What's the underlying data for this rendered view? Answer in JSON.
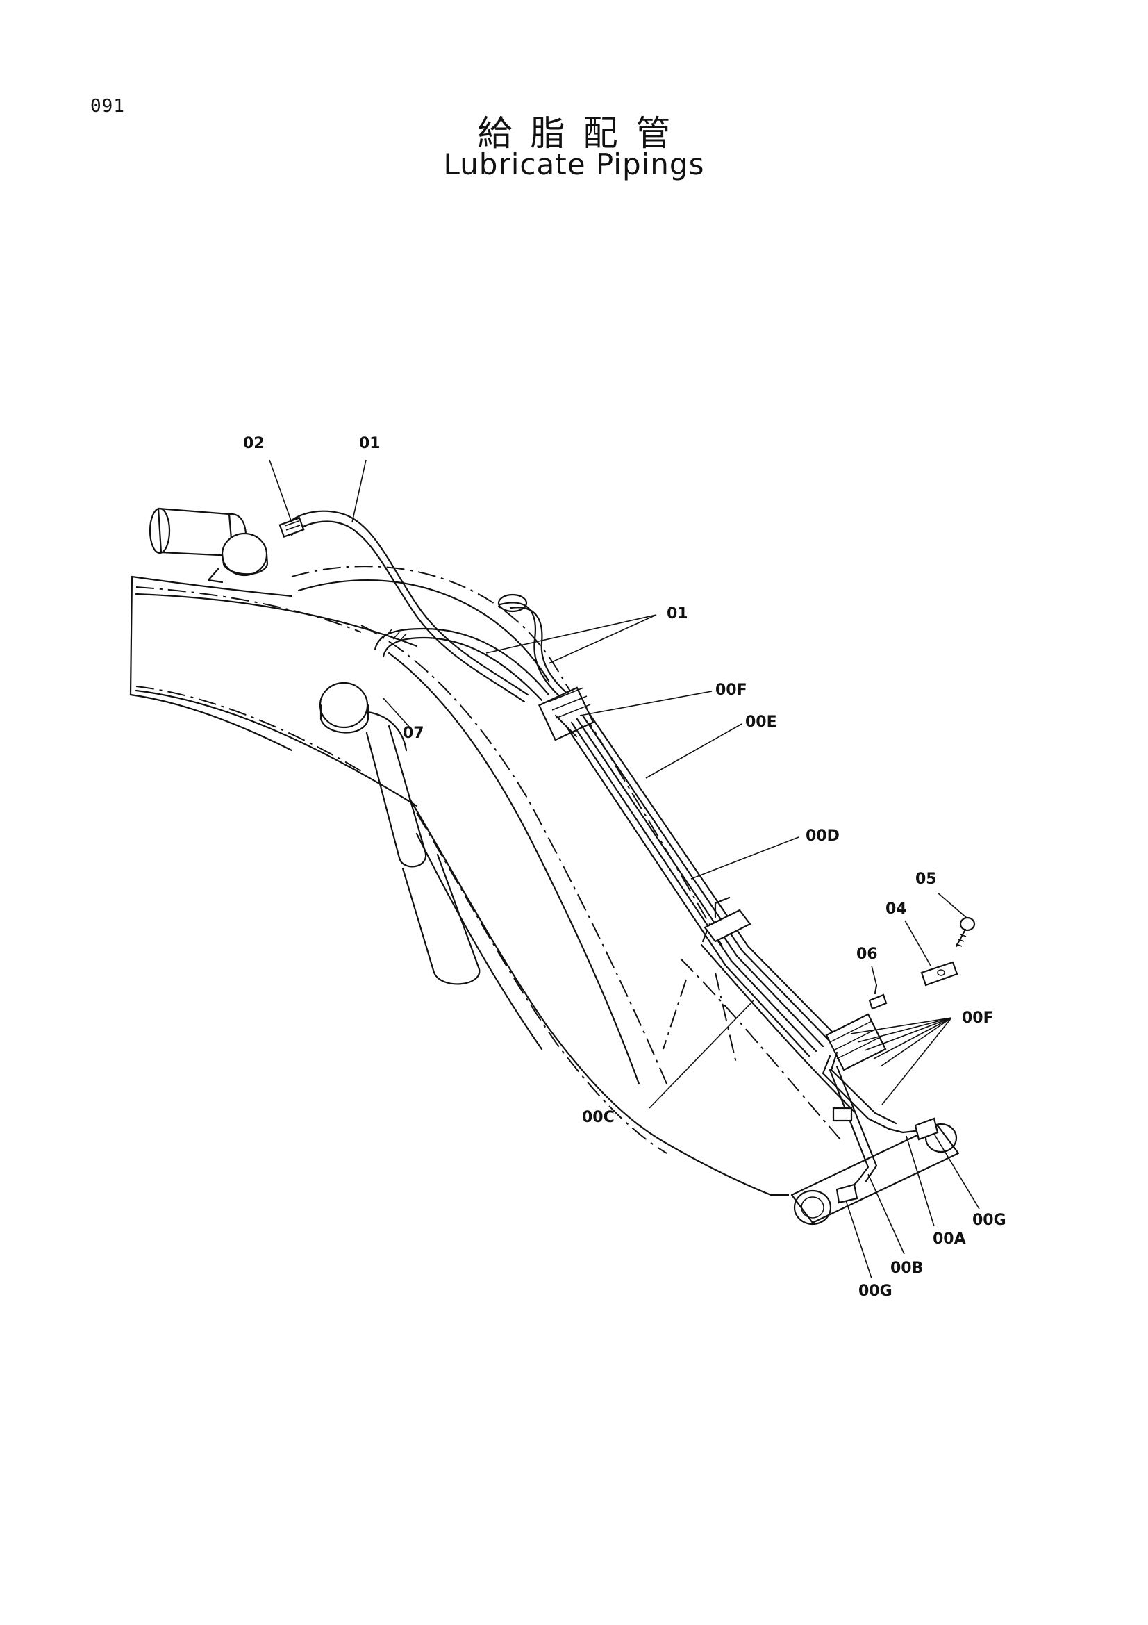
{
  "header": {
    "page_number": "091",
    "title_ja": "給脂配管",
    "title_en": "Lubricate Pipings"
  },
  "callouts": {
    "c_02": "02",
    "c_01_top": "01",
    "c_01_mid": "01",
    "c_00F_top": "00F",
    "c_00E": "00E",
    "c_07": "07",
    "c_00D": "00D",
    "c_05": "05",
    "c_04": "04",
    "c_06": "06",
    "c_00F_right": "00F",
    "c_00C": "00C",
    "c_00G_right": "00G",
    "c_00A": "00A",
    "c_00B": "00B",
    "c_00G_bottom": "00G"
  }
}
